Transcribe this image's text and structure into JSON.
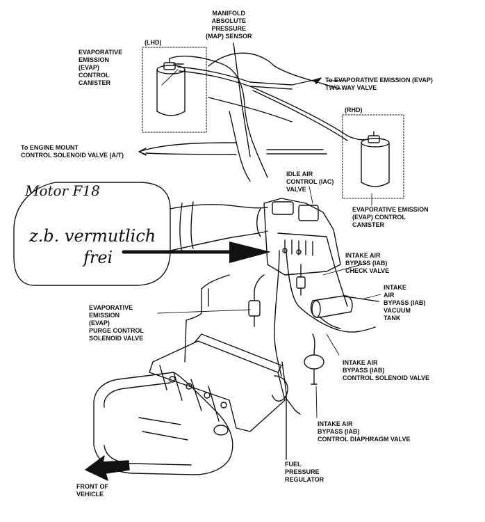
{
  "labels": {
    "map_sensor": "MANIFOLD\nABSOLUTE\nPRESSURE\n(MAP) SENSOR",
    "evap_canister_lhd": "EVAPORATIVE\nEMISSION\n(EVAP)\nCONTROL\nCANISTER",
    "lhd": "(LHD)",
    "to_two_way_valve": "To EVAPORATIVE EMISSION (EVAP)\nTWO WAY VALVE",
    "rhd": "(RHD)",
    "to_engine_mount": "To ENGINE MOUNT\nCONTROL SOLENOID VALVE (A/T)",
    "iac_valve": "IDLE AIR\nCONTROL (IAC)\nVALVE",
    "evap_canister_rhd": "EVAPORATIVE EMISSION\n(EVAP) CONTROL\nCANISTER",
    "iab_check_valve": "INTAKE AIR\nBYPASS (IAB)\nCHECK VALVE",
    "iab_vacuum_tank": "INTAKE\nAIR\nBYPASS (IAB)\nVACUUM\nTANK",
    "evap_purge_solenoid": "EVAPORATIVE\nEMISSION\n(EVAP)\nPURGE CONTROL\nSOLENOID VALVE",
    "iab_control_solenoid": "INTAKE AIR\nBYPASS (IAB)\nCONTROL SOLENOID VALVE",
    "iab_diaphragm_valve": "INTAKE AIR\nBYPASS (IAB)\nCONTROL DIAPHRAGM VALVE",
    "fuel_pressure_regulator": "FUEL\nPRESSURE\nREGULATOR",
    "front_of_vehicle": "FRONT OF\nVEHICLE"
  },
  "handwritten": {
    "motor": "Motor F18",
    "note_line1": "z.b. vermutlich",
    "note_line2": "frei"
  }
}
